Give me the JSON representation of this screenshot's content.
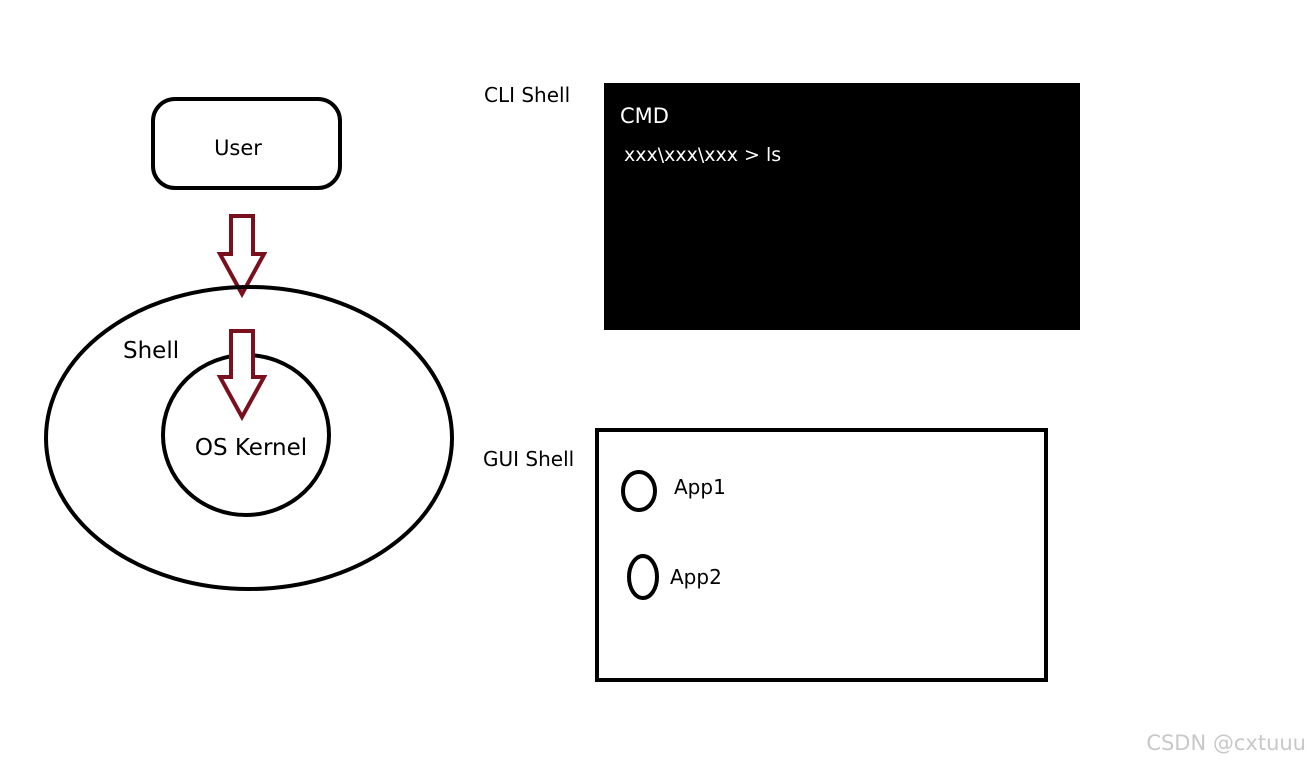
{
  "user_box": {
    "label": "User"
  },
  "shell_diagram": {
    "outer_label": "Shell",
    "inner_label": "OS Kernel"
  },
  "cli_shell": {
    "label": "CLI Shell",
    "window_title": "CMD",
    "command_line": "xxx\\xxx\\xxx > ls"
  },
  "gui_shell": {
    "label": "GUI Shell",
    "apps": [
      "App1",
      "App2"
    ]
  },
  "watermark": "CSDN @cxtuuu",
  "colors": {
    "arrow": "#7a0f1e",
    "outline": "#000000",
    "terminal_bg": "#000000",
    "terminal_text": "#ffffff",
    "watermark": "#c8c8c8"
  },
  "icons": {
    "flow_arrow": "down-arrow-icon",
    "app_icon": "app-circle-icon"
  }
}
